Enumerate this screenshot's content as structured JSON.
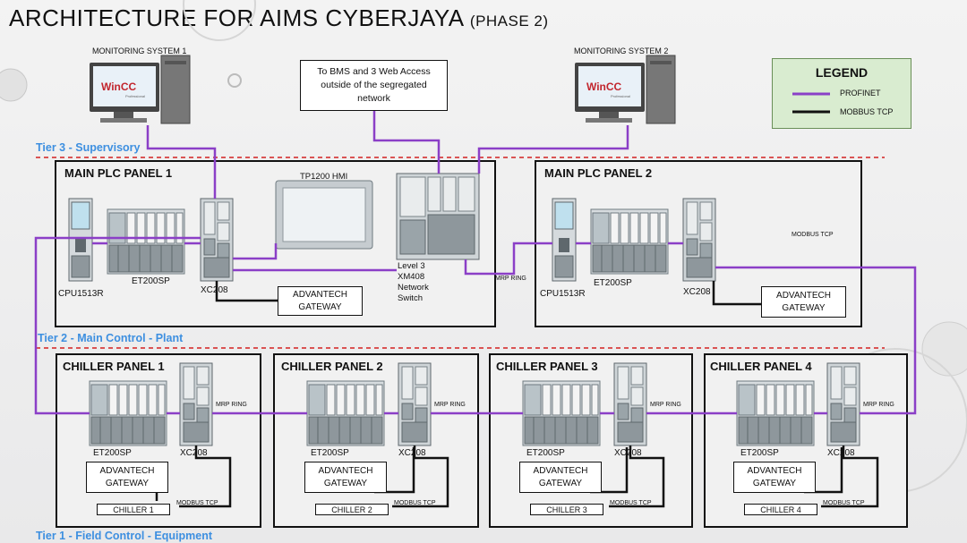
{
  "title": {
    "main": "ARCHITECTURE FOR AIMS CYBERJAYA",
    "sub": "(PHASE 2)"
  },
  "monitoring": [
    {
      "label": "MONITORING SYSTEM 1",
      "software": "WinCC",
      "edition": "Professional"
    },
    {
      "label": "MONITORING SYSTEM 2",
      "software": "WinCC",
      "edition": "Professional"
    }
  ],
  "bms_box": "To BMS and 3 Web Access outside of the segregated network",
  "legend": {
    "title": "LEGEND",
    "profinet": "PROFINET",
    "modbus": "MOBBUS TCP",
    "profinet_color": "#8b3fc7",
    "modbus_color": "#111111"
  },
  "tiers": {
    "tier3": "Tier 3 - Supervisory",
    "tier2": "Tier 2 - Main Control - Plant",
    "tier1": "Tier 1 - Field Control - Equipment"
  },
  "main_panels": [
    {
      "title": "MAIN PLC PANEL 1",
      "cpu": "CPU1513R",
      "et200": "ET200SP",
      "xc": "XC208",
      "hmi": "TP1200 HMI",
      "switch": "Level 3 XM408 Network Switch",
      "gateway": "ADVANTECH GATEWAY"
    },
    {
      "title": "MAIN PLC PANEL 2",
      "cpu": "CPU1513R",
      "et200": "ET200SP",
      "xc": "XC208",
      "modbus": "MODBUS TCP",
      "gateway": "ADVANTECH GATEWAY"
    }
  ],
  "mrp_ring": "MRP RING",
  "chillers": [
    {
      "title": "CHILLER PANEL 1",
      "et200": "ET200SP",
      "xc": "XC208",
      "gateway": "ADVANTECH GATEWAY",
      "chiller": "CHILLER 1",
      "modbus": "MODBUS TCP",
      "mrp": "MRP RING"
    },
    {
      "title": "CHILLER PANEL 2",
      "et200": "ET200SP",
      "xc": "XC208",
      "gateway": "ADVANTECH GATEWAY",
      "chiller": "CHILLER 2",
      "modbus": "MODBUS TCP",
      "mrp": "MRP RING"
    },
    {
      "title": "CHILLER PANEL 3",
      "et200": "ET200SP",
      "xc": "XC208",
      "gateway": "ADVANTECH GATEWAY",
      "chiller": "CHILLER 3",
      "modbus": "MODBUS TCP",
      "mrp": "MRP RING"
    },
    {
      "title": "CHILLER PANEL 4",
      "et200": "ET200SP",
      "xc": "XC208",
      "gateway": "ADVANTECH GATEWAY",
      "chiller": "CHILLER 4",
      "modbus": "MODBUS TCP",
      "mrp": "MRP RING"
    }
  ]
}
